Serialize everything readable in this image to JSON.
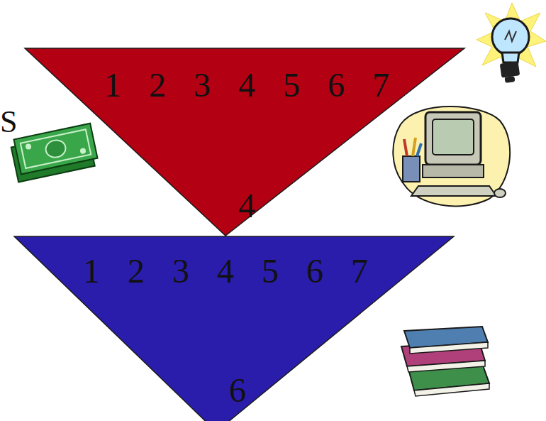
{
  "diagram": {
    "nodes": [
      {
        "text": [
          "1 2 3 4 5 6 7",
          "4"
        ]
      },
      {
        "text": [
          "1 2 3 4 5 6 7",
          "6"
        ]
      }
    ],
    "labels": [
      "S"
    ]
  }
}
